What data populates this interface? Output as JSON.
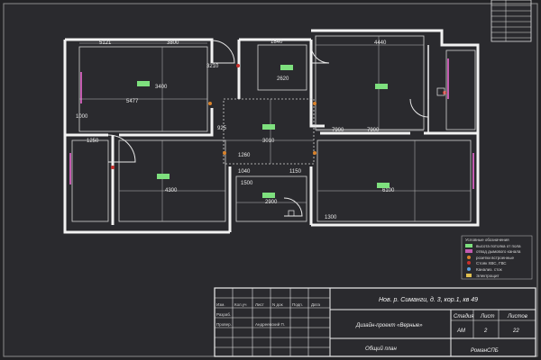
{
  "colors": {
    "background": "#232326",
    "sheet": "#2a2a2e",
    "wall": "#f2f2f2",
    "line": "#cfcfcf",
    "room_tag": "#7ee07e",
    "accent_pink": "#c45bb0",
    "accent_orange": "#d9822b",
    "accent_red": "#c9302c"
  },
  "dimensions": {
    "d_5121": "5121",
    "d_3800": "3800",
    "d_1840": "1840",
    "d_4440": "4440",
    "d_5477": "5477",
    "d_3400": "3400",
    "d_1000_left": "1000",
    "d_3210": "3210",
    "d_2620": "2620",
    "d_7900": "7900",
    "d_7400": "7900",
    "d_925": "925",
    "d_3010": "3010",
    "d_1250": "1250",
    "d_4300": "4300",
    "d_1040": "1040",
    "d_1150": "1150",
    "d_2900": "2900",
    "d_6100": "6100",
    "d_1300": "1300",
    "d_1500": "1500",
    "d_1260": "1260"
  },
  "stamp": {
    "address": "Нов. р. Симанги, д. 3, кор.1, кв 49",
    "project_title": "Дизайн-проект «Верные»",
    "sheet_title": "Общий план",
    "col_stage": "Стадия",
    "col_sheet": "Лист",
    "col_sheets": "Листов",
    "stage": "АМ",
    "sheet": "2",
    "sheets": "22",
    "firm": "РоманСПБ",
    "h_izm": "Изм.",
    "h_kol": "Кол.уч",
    "h_list": "Лист",
    "h_ndok": "N док",
    "h_podp": "Подп.",
    "h_data": "Дата",
    "row_razrab": "Разраб.",
    "row_prover": "Провер.",
    "author": "Андреевский П."
  },
  "legend": {
    "title": "Условные обозначения",
    "items": [
      "высота потолка от пола",
      "отвод дымового канала",
      "розетки встроенные",
      "Стояк ХВС, ГВС",
      "Канализ. сток",
      "Электрощит"
    ]
  }
}
